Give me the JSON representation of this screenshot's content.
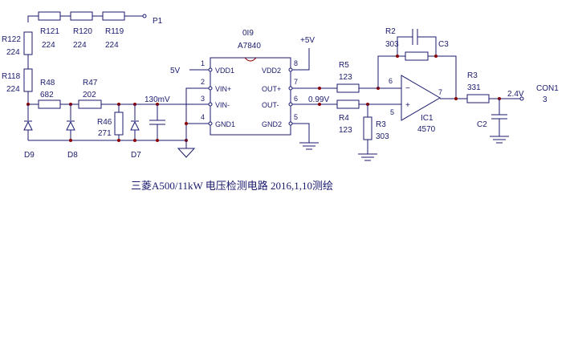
{
  "title": "三菱A500/11kW 电压检测电路  2016,1,10测绘",
  "nodes": {
    "p1": "P1",
    "con1": "CON1",
    "con1_pin": "3",
    "v_130mv": "130mV",
    "v_099": "0.99V",
    "v_24": "2.4V",
    "vdd_5v": "5V",
    "vcc_5v": "+5V"
  },
  "resistors": {
    "r121": {
      "ref": "R121",
      "value": "224"
    },
    "r120": {
      "ref": "R120",
      "value": "224"
    },
    "r119": {
      "ref": "R119",
      "value": "224"
    },
    "r122": {
      "ref": "R122",
      "value": "224"
    },
    "r118": {
      "ref": "R118",
      "value": "224"
    },
    "r48": {
      "ref": "R48",
      "value": "682"
    },
    "r47": {
      "ref": "R47",
      "value": "202"
    },
    "r46": {
      "ref": "R46",
      "value": "271"
    },
    "r5": {
      "ref": "R5",
      "value": "123"
    },
    "r4": {
      "ref": "R4",
      "value": "123"
    },
    "r3a": {
      "ref": "R3",
      "value": "303"
    },
    "r2": {
      "ref": "R2",
      "value": "303"
    },
    "r3b": {
      "ref": "R3",
      "value": "331"
    }
  },
  "diodes": {
    "d9": "D9",
    "d8": "D8",
    "d7": "D7"
  },
  "capacitors": {
    "c3": "C3",
    "c2": "C2"
  },
  "isolation_amp": {
    "marking1": "0I9",
    "marking2": "A7840",
    "pins_left": [
      {
        "num": "1",
        "name": "VDD1"
      },
      {
        "num": "2",
        "name": "VIN+"
      },
      {
        "num": "3",
        "name": "VIN-"
      },
      {
        "num": "4",
        "name": "GND1"
      }
    ],
    "pins_right": [
      {
        "num": "8",
        "name": "VDD2"
      },
      {
        "num": "7",
        "name": "OUT+"
      },
      {
        "num": "6",
        "name": "OUT-"
      },
      {
        "num": "5",
        "name": "GND2"
      }
    ]
  },
  "opamp": {
    "ref": "IC1",
    "part": "4570",
    "inv_sign": "−",
    "noninv_sign": "+",
    "pin_inv": "6",
    "pin_noninv": "5",
    "pin_out": "7"
  },
  "colors": {
    "wire": "#1a1a6e",
    "junction": "#8b0000",
    "text": "#1a1a6e"
  }
}
